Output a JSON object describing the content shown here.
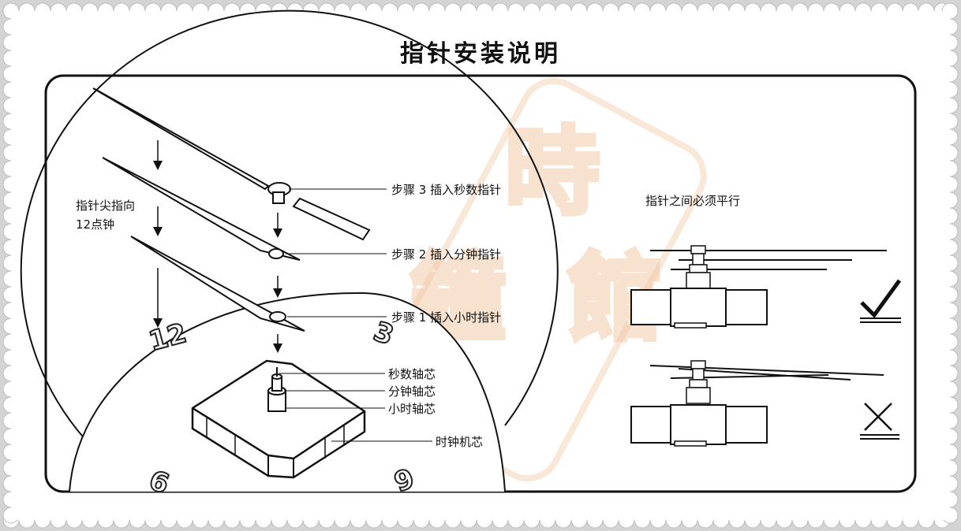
{
  "title": "指针安装说明",
  "tip": {
    "line1": "指针尖指向",
    "line2": "12点钟"
  },
  "steps": {
    "step3": "步骤 3  插入秒数指针",
    "step2": "步骤 2  插入分钟指针",
    "step1": "步骤 1  插入小时指针"
  },
  "parts": {
    "second_shaft": "秒数轴芯",
    "minute_shaft": "分钟轴芯",
    "hour_shaft": "小时轴芯",
    "movement": "时钟机芯"
  },
  "parallel_note": "指针之间必须平行",
  "dial_numbers": {
    "n12": "12",
    "n3": "3",
    "n9": "9",
    "n6": "6"
  },
  "watermark": {
    "char1": "時",
    "char2": "鐘",
    "char3": "館"
  },
  "colors": {
    "ink": "#111111",
    "frame_bg": "#ffffff",
    "outer_bg": "#d4d4d4",
    "watermark": "#f2c9a8"
  }
}
